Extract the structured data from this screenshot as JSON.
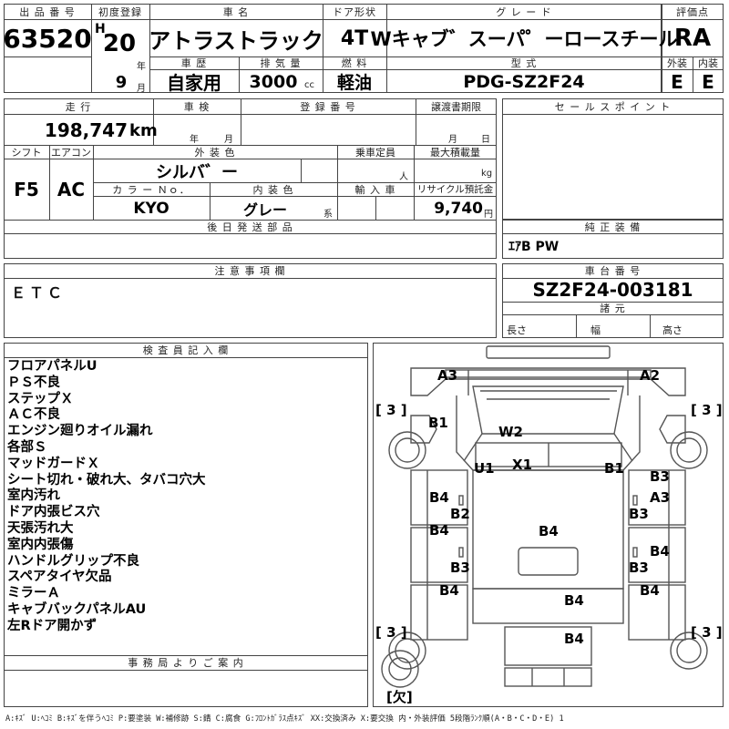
{
  "header": {
    "lot_label": "出 品 番 号",
    "lot": "63520",
    "first_reg_label": "初度登録",
    "era": "H",
    "year_value": "20",
    "year_unit": "年",
    "month_value": "9",
    "month_unit": "月",
    "name_label": "車 名",
    "name": "アトラストラック",
    "door_label": "ドア形状",
    "door": "4T",
    "grade_label": "グ レ ー ド",
    "grade": "Wキャブ゛スーパ゜ーロースチール",
    "history_label": "車 歴",
    "history": "自家用",
    "displacement_label": "排 気 量",
    "displacement": "3000",
    "displacement_unit": "cc",
    "fuel_label": "燃 料",
    "fuel": "軽油",
    "model_label": "型 式",
    "model": "PDG-SZ2F24",
    "score_label": "評価点",
    "score": "RA",
    "ext_label": "外装",
    "int_label": "内装",
    "ext": "E",
    "int": "E"
  },
  "row2": {
    "mileage_label": "走 行",
    "mileage": "198,747",
    "mileage_unit": "km",
    "inspection_label": "車 検",
    "inspection_year_unit": "年",
    "inspection_month_unit": "月",
    "plate_label": "登 録 番 号",
    "transfer_label": "譲渡書期限",
    "transfer_month_unit": "月",
    "transfer_day_unit": "日",
    "sales_point_label": "セ ー ル ス ポ イ ン ト",
    "shift_label": "シフト",
    "aircon_label": "エアコン",
    "shift": "F5",
    "aircon": "AC",
    "color_label": "外 装 色",
    "color": "シルバ゛ー",
    "capacity_label": "乗車定員",
    "capacity_unit": "人",
    "load_label": "最大積載量",
    "load_unit": "kg",
    "color_no_label": "カ ラ ー Ｎｏ．",
    "color_no": "KYO",
    "interior_label": "内 装 色",
    "interior": "グレー",
    "interior_unit": "系",
    "import_label": "輸 入 車",
    "recycle_label": "リサイクル預託金",
    "recycle": "9,740",
    "recycle_unit": "円"
  },
  "row3": {
    "later_parts_label": "後 日 発 送 部 品",
    "genuine_label": "純 正 装 備",
    "genuine": "ｴｱB PW"
  },
  "row4": {
    "notes_label": "注 意 事 項 欄",
    "notes": "ＥＴＣ",
    "chassis_label": "車 台 番 号",
    "chassis": "SZ2F24-003181",
    "spec_label": "諸 元",
    "length_label": "長さ",
    "width_label": "幅",
    "height_label": "高さ"
  },
  "inspector": {
    "title": "検 査 員 記 入 欄",
    "notes": [
      "フロアパネルU",
      "ＰＳ不良",
      "ステップＸ",
      "ＡＣ不良",
      "エンジン廻りオイル漏れ",
      "各部Ｓ",
      "マッドガードＸ",
      "シート切れ・破れ大、タバコ穴大",
      "室内汚れ",
      "ドア内張ビス穴",
      "天張汚れ大",
      "室内内張傷",
      "ハンドルグリップ不良",
      "スペアタイヤ欠品",
      "ミラーＡ",
      "キャブバックパネルAU",
      "左Rドア開かず"
    ],
    "office_title": "事 務 局 よ り ご 案 内"
  },
  "diagram": {
    "codes": {
      "a3_left": "A3",
      "a2_right": "A2",
      "b1_left": "B1",
      "w2": "W2",
      "b3_right_top": "B3",
      "u1": "U1",
      "x1": "X1",
      "b1_right": "B1",
      "b4_left_1": "B4",
      "a3_right": "A3",
      "b2": "B2",
      "b3_right_mid": "B3",
      "b4_left_2": "B4",
      "b4_center_1": "B4",
      "b4_right_1": "B4",
      "b3_left": "B3",
      "b3_right_low": "B3",
      "b4_left_3": "B4",
      "b4_right_2": "B4",
      "b4_center_2": "B4",
      "b4_center_3": "B4"
    },
    "tires": {
      "fl": "[ 3 ]",
      "fr": "[ 3 ]",
      "rl": "[ 3 ]",
      "rr": "[ 3 ]",
      "spare": "[欠]"
    }
  },
  "legend": "A:ｷｽﾞ U:ﾍｺﾐ B:ｷｽﾞを伴うﾍｺﾐ P:要塗装 W:補修跡 S:錆 C:腐食 G:ﾌﾛﾝﾄｶﾞﾗｽ点ｷｽﾞ XX:交換済み X:要交換 内・外装評価 5段階ﾗﾝｸ順(A・B・C・D・E) 1"
}
